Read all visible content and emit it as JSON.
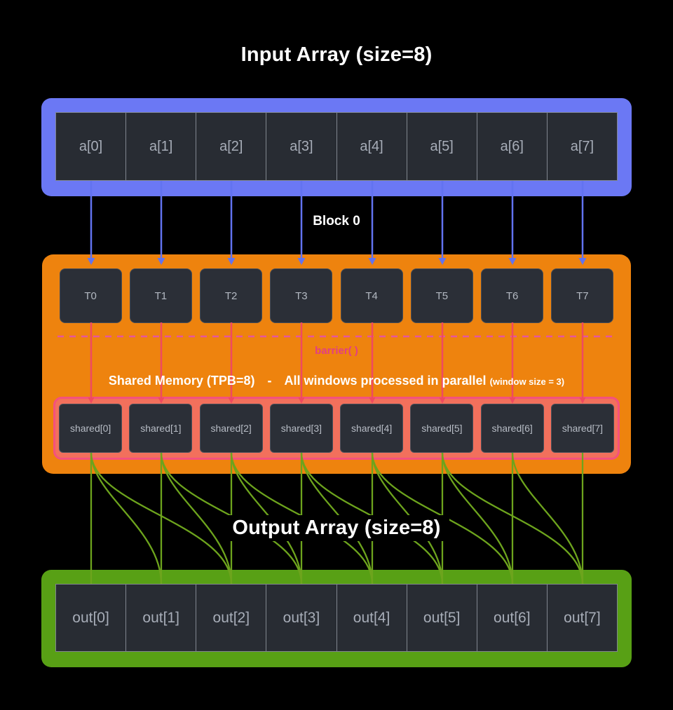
{
  "diagram": {
    "input_title": "Input Array (size=8)",
    "block_label": "Block 0",
    "barrier_label": "barrier( )",
    "shared_title": "Shared Memory (TPB=8)",
    "shared_sep": "-",
    "shared_subtitle": "All windows processed in parallel",
    "shared_note": "(window size = 3)",
    "output_title": "Output Array (size=8)",
    "input_cells": [
      "a[0]",
      "a[1]",
      "a[2]",
      "a[3]",
      "a[4]",
      "a[5]",
      "a[6]",
      "a[7]"
    ],
    "thread_cells": [
      "T0",
      "T1",
      "T2",
      "T3",
      "T4",
      "T5",
      "T6",
      "T7"
    ],
    "shared_cells": [
      "shared[0]",
      "shared[1]",
      "shared[2]",
      "shared[3]",
      "shared[4]",
      "shared[5]",
      "shared[6]",
      "shared[7]"
    ],
    "output_cells": [
      "out[0]",
      "out[1]",
      "out[2]",
      "out[3]",
      "out[4]",
      "out[5]",
      "out[6]",
      "out[7]"
    ],
    "colors": {
      "background": "#000000",
      "input_container": "#6b78f4",
      "input_arrow": "#6273f0",
      "block_container": "#ee830e",
      "thread_box": "#2b2f37",
      "barrier_dash": "#e5559e",
      "barrier_text": "#e23f84",
      "thread_line": "#ef4a60",
      "shared_container_fill": "#f2705c",
      "shared_container_border": "#f4517e",
      "output_container": "#58a015",
      "output_curve": "#6da41d",
      "cell_fill": "#282c33",
      "cell_border": "#80868f",
      "cell_text": "#a7adb8",
      "title_text": "#ffffff"
    }
  }
}
